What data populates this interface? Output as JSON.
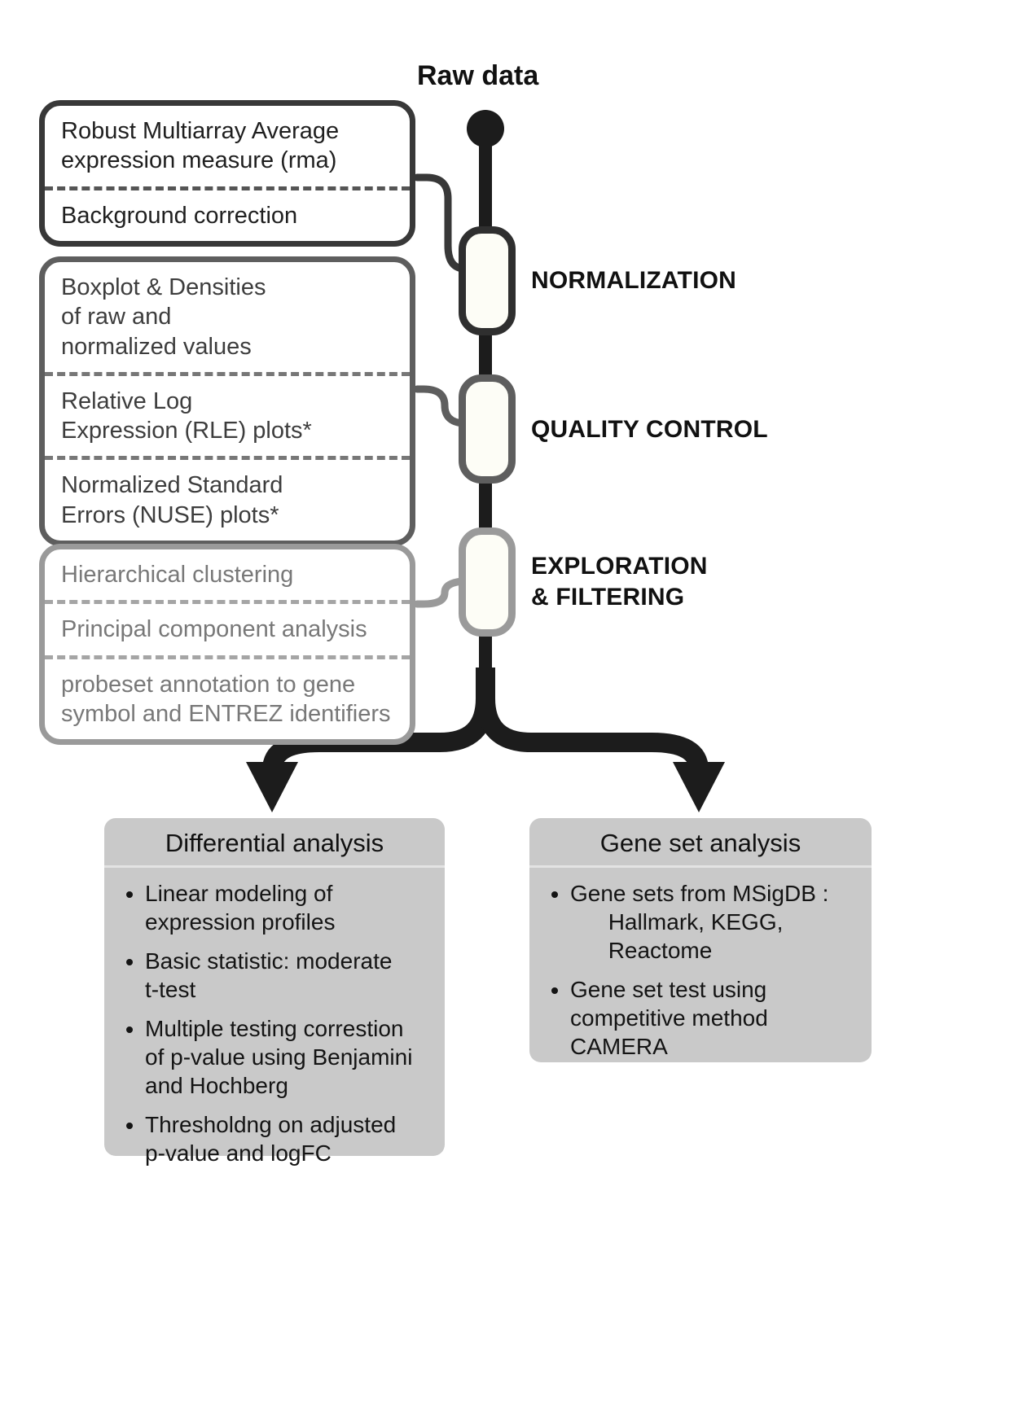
{
  "diagram": {
    "raw_data_label": "Raw data",
    "stages": [
      {
        "label": "NORMALIZATION"
      },
      {
        "label": "QUALITY CONTROL"
      },
      {
        "label": "EXPLORATION\n& FILTERING"
      }
    ],
    "flow_boxes": [
      {
        "items": [
          "Robust Multiarray Average\nexpression measure (rma)",
          "Background correction"
        ]
      },
      {
        "items": [
          "Boxplot & Densities\nof raw and\nnormalized values",
          "Relative Log\nExpression (RLE) plots*",
          "Normalized Standard\nErrors (NUSE) plots*"
        ]
      },
      {
        "items": [
          "Hierarchical clustering",
          "Principal component analysis",
          "probeset annotation to gene\nsymbol and ENTREZ identifiers"
        ]
      }
    ],
    "analysis_boxes": [
      {
        "title": "Differential analysis",
        "bullets": [
          "Linear modeling of\nexpression profiles",
          "Basic statistic: moderate\nt-test",
          "Multiple testing correstion\nof p-value using Benjamini\nand Hochberg",
          "Thresholdng on adjusted\np-value and logFC"
        ]
      },
      {
        "title": "Gene set analysis",
        "bullets": [
          "Gene sets from MSigDB :\n      Hallmark, KEGG,\n      Reactome",
          "Gene set test using\ncompetitive method\nCAMERA"
        ]
      }
    ],
    "colors": {
      "spine": "#1c1c1c",
      "box1_border": "#383838",
      "box2_border": "#5e5e5e",
      "box3_border": "#9a9a9a",
      "panel_bg": "#c9c9c9"
    }
  }
}
